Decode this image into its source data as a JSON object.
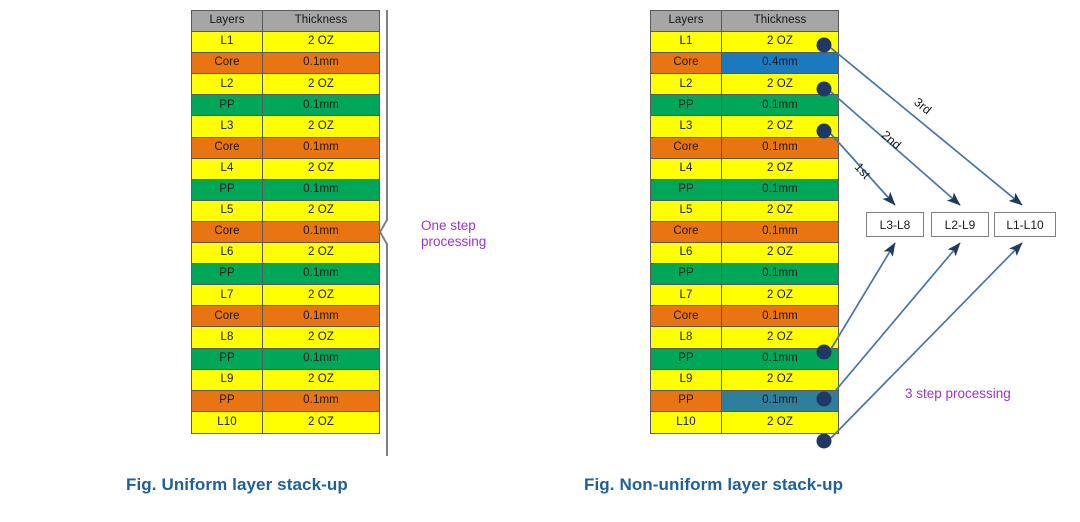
{
  "figures": {
    "left": {
      "caption": "Fig. Uniform layer stack-up",
      "annotation": "One step\nprocessing",
      "table": {
        "headers": [
          "Layers",
          "Thickness"
        ],
        "rows": [
          {
            "layer": "L1",
            "thickness": "2 OZ",
            "layer_color": "yellow",
            "thickness_color": "yellow"
          },
          {
            "layer": "Core",
            "thickness": "0.1mm",
            "layer_color": "orange",
            "thickness_color": "orange"
          },
          {
            "layer": "L2",
            "thickness": "2 OZ",
            "layer_color": "yellow",
            "thickness_color": "yellow"
          },
          {
            "layer": "PP",
            "thickness": "0.1mm",
            "layer_color": "green",
            "thickness_color": "green"
          },
          {
            "layer": "L3",
            "thickness": "2 OZ",
            "layer_color": "yellow",
            "thickness_color": "yellow"
          },
          {
            "layer": "Core",
            "thickness": "0.1mm",
            "layer_color": "orange",
            "thickness_color": "orange"
          },
          {
            "layer": "L4",
            "thickness": "2 OZ",
            "layer_color": "yellow",
            "thickness_color": "yellow"
          },
          {
            "layer": "PP",
            "thickness": "0.1mm",
            "layer_color": "green",
            "thickness_color": "green"
          },
          {
            "layer": "L5",
            "thickness": "2 OZ",
            "layer_color": "yellow",
            "thickness_color": "yellow"
          },
          {
            "layer": "Core",
            "thickness": "0.1mm",
            "layer_color": "orange",
            "thickness_color": "orange"
          },
          {
            "layer": "L6",
            "thickness": "2 OZ",
            "layer_color": "yellow",
            "thickness_color": "yellow"
          },
          {
            "layer": "PP",
            "thickness": "0.1mm",
            "layer_color": "green",
            "thickness_color": "green"
          },
          {
            "layer": "L7",
            "thickness": "2 OZ",
            "layer_color": "yellow",
            "thickness_color": "yellow"
          },
          {
            "layer": "Core",
            "thickness": "0.1mm",
            "layer_color": "orange",
            "thickness_color": "orange"
          },
          {
            "layer": "L8",
            "thickness": "2 OZ",
            "layer_color": "yellow",
            "thickness_color": "yellow"
          },
          {
            "layer": "PP",
            "thickness": "0.1mm",
            "layer_color": "green",
            "thickness_color": "green"
          },
          {
            "layer": "L9",
            "thickness": "2 OZ",
            "layer_color": "yellow",
            "thickness_color": "yellow"
          },
          {
            "layer": "PP",
            "thickness": "0.1mm",
            "layer_color": "orange",
            "thickness_color": "orange"
          },
          {
            "layer": "L10",
            "thickness": "2 OZ",
            "layer_color": "yellow",
            "thickness_color": "yellow"
          }
        ]
      }
    },
    "right": {
      "caption": "Fig. Non-uniform layer stack-up",
      "annotation": "3 step processing",
      "table": {
        "headers": [
          "Layers",
          "Thickness"
        ],
        "rows": [
          {
            "layer": "L1",
            "thickness": "2 OZ",
            "layer_color": "yellow",
            "thickness_color": "yellow"
          },
          {
            "layer": "Core",
            "thickness": "0.4mm",
            "layer_color": "orange",
            "thickness_color": "blue"
          },
          {
            "layer": "L2",
            "thickness": "2 OZ",
            "layer_color": "yellow",
            "thickness_color": "yellow"
          },
          {
            "layer": "PP",
            "thickness": "0.1mm",
            "layer_color": "green",
            "thickness_color": "green"
          },
          {
            "layer": "L3",
            "thickness": "2 OZ",
            "layer_color": "yellow",
            "thickness_color": "yellow"
          },
          {
            "layer": "Core",
            "thickness": "0.1mm",
            "layer_color": "orange",
            "thickness_color": "orange"
          },
          {
            "layer": "L4",
            "thickness": "2 OZ",
            "layer_color": "yellow",
            "thickness_color": "yellow"
          },
          {
            "layer": "PP",
            "thickness": "0.1mm",
            "layer_color": "green",
            "thickness_color": "green"
          },
          {
            "layer": "L5",
            "thickness": "2 OZ",
            "layer_color": "yellow",
            "thickness_color": "yellow"
          },
          {
            "layer": "Core",
            "thickness": "0.1mm",
            "layer_color": "orange",
            "thickness_color": "orange"
          },
          {
            "layer": "L6",
            "thickness": "2 OZ",
            "layer_color": "yellow",
            "thickness_color": "yellow"
          },
          {
            "layer": "PP",
            "thickness": "0.1mm",
            "layer_color": "green",
            "thickness_color": "green"
          },
          {
            "layer": "L7",
            "thickness": "2 OZ",
            "layer_color": "yellow",
            "thickness_color": "yellow"
          },
          {
            "layer": "Core",
            "thickness": "0.1mm",
            "layer_color": "orange",
            "thickness_color": "orange"
          },
          {
            "layer": "L8",
            "thickness": "2 OZ",
            "layer_color": "yellow",
            "thickness_color": "yellow"
          },
          {
            "layer": "PP",
            "thickness": "0.1mm",
            "layer_color": "green",
            "thickness_color": "green"
          },
          {
            "layer": "L9",
            "thickness": "2 OZ",
            "layer_color": "yellow",
            "thickness_color": "yellow"
          },
          {
            "layer": "PP",
            "thickness": "0.1mm",
            "layer_color": "orange",
            "thickness_color": "teal"
          },
          {
            "layer": "L10",
            "thickness": "2 OZ",
            "layer_color": "yellow",
            "thickness_color": "yellow"
          }
        ]
      },
      "step_boxes": [
        {
          "label": "L3-L8",
          "order": "1st"
        },
        {
          "label": "L2-L9",
          "order": "2nd"
        },
        {
          "label": "L1-L10",
          "order": "3rd"
        }
      ]
    }
  },
  "colors": {
    "yellow": "#ffff00",
    "orange": "#e87511",
    "green": "#00a758",
    "blue": "#1b79c0",
    "teal": "#2e7f9b",
    "header_gray": "#a6a6a6",
    "arrow": "#4a74a8",
    "arrow_head": "#1f3864",
    "caption": "#1f6099",
    "annotation": "#9b36c4"
  }
}
